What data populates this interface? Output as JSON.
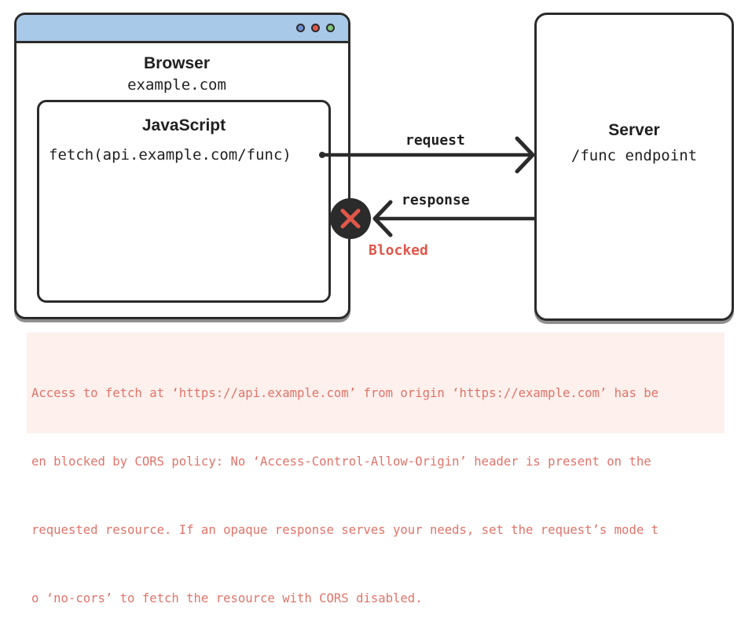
{
  "browser": {
    "title": "Browser",
    "origin": "example.com",
    "window_dots": [
      "#6f8fcf",
      "#e0574a",
      "#7fc67a"
    ]
  },
  "javascript": {
    "title": "JavaScript",
    "code": "fetch(api.example.com/func)"
  },
  "server": {
    "title": "Server",
    "endpoint": "/func endpoint"
  },
  "arrows": {
    "request_label": "request",
    "response_label": "response",
    "blocked_label": "Blocked"
  },
  "error": {
    "lines": [
      "Access to fetch at ‘https://api.example.com’ from origin ‘https://example.com’ has be",
      "en blocked by CORS policy: No ‘Access-Control-Allow-Origin’ header is present on the",
      "requested resource. If an opaque response serves your needs, set the request’s mode t",
      "o ‘no-cors’ to fetch the resource with CORS disabled."
    ]
  },
  "colors": {
    "titlebar": "#a9c9e9",
    "blocked": "#e0574a",
    "error_bg": "#fdf0ed",
    "error_text": "#e0746a",
    "stroke": "#2b2b2b"
  }
}
